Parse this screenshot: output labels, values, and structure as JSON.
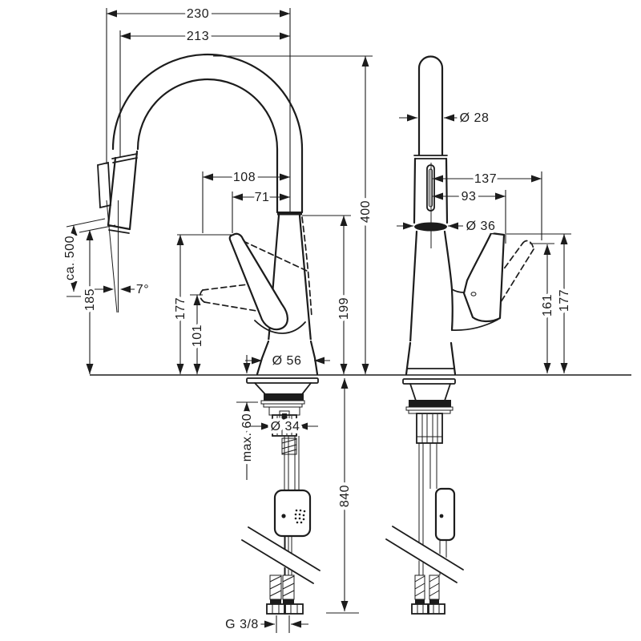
{
  "drawing": {
    "front_view": {
      "dimensions": {
        "overall_width": "230",
        "spout_reach": "213",
        "pullout_hose_extension": "ca. 500",
        "spray_head_height": "185",
        "spray_head_angle": "7°",
        "handle_reach_outer": "108",
        "handle_reach_inner": "71",
        "handle_tip_height": "177",
        "handle_grip_height": "101",
        "spout_outlet_height": "199",
        "overall_height": "400",
        "base_diameter": "Ø 56",
        "max_deck_thickness": "max. 60",
        "shank_diameter": "Ø 34",
        "hose_length_below_deck": "840",
        "supply_connection_thread": "G 3/8"
      }
    },
    "side_view": {
      "dimensions": {
        "spout_diameter": "Ø 28",
        "handle_tip_reach": "137",
        "handle_reach": "93",
        "collar_diameter": "Ø 36",
        "handle_raised_height": "161",
        "handle_tip_height": "177"
      }
    }
  }
}
